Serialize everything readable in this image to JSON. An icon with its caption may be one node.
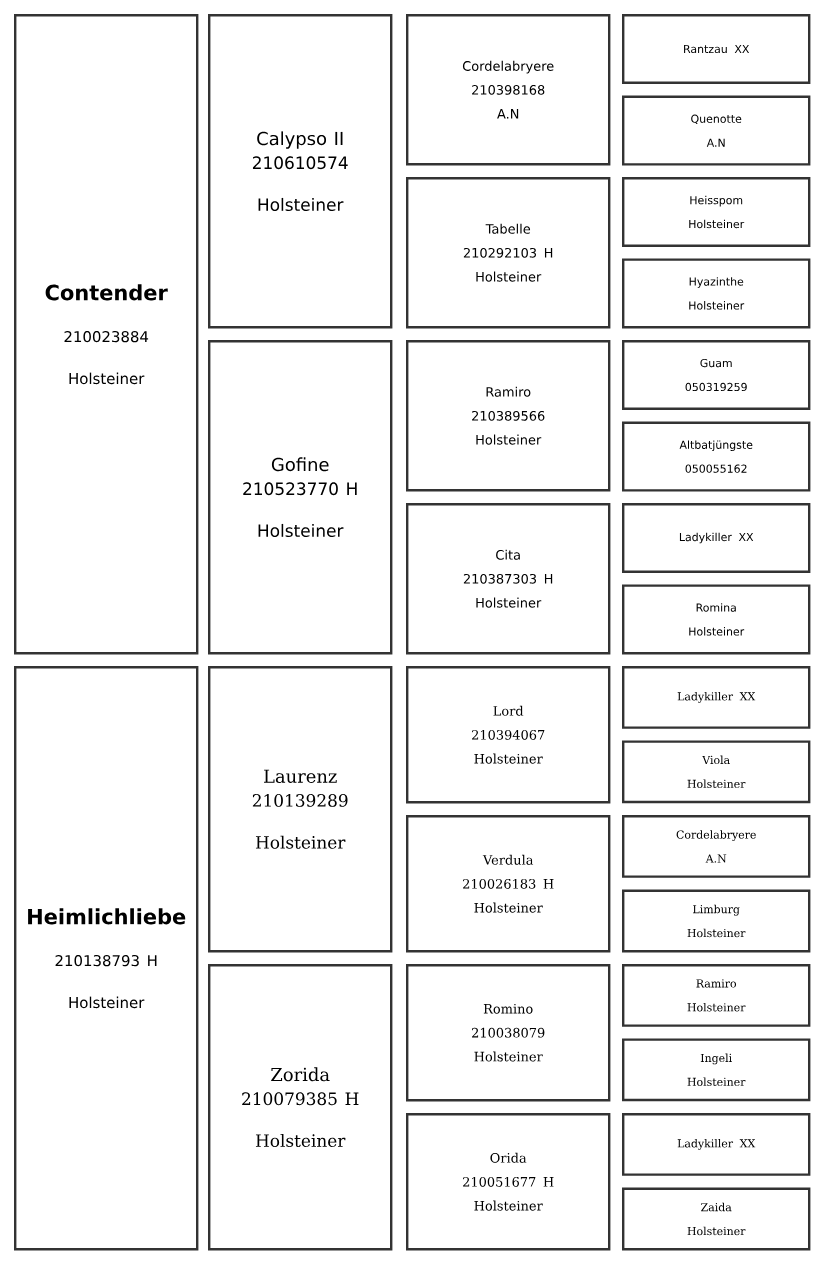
{
  "diagram": {
    "nodes": [
      {
        "text": [
          "Contender",
          "210023884",
          "Holsteiner"
        ]
      },
      {
        "text": [
          "Heimlichliebe",
          "210138793 H",
          "Holsteiner"
        ]
      },
      {
        "text": [
          "Calypso II",
          "210610574",
          "Holsteiner"
        ]
      },
      {
        "text": [
          "Gofine",
          "210523770 H",
          "Holsteiner"
        ]
      },
      {
        "text": [
          "Laurenz",
          "210139289",
          "Holsteiner"
        ]
      },
      {
        "text": [
          "Zorida",
          "210079385 H",
          "Holsteiner"
        ]
      },
      {
        "text": [
          "Cordelabryere",
          "210398168",
          "A.N"
        ]
      },
      {
        "text": [
          "Tabelle",
          "210292103 H",
          "Holsteiner"
        ]
      },
      {
        "text": [
          "Ramiro",
          "210389566",
          "Holsteiner"
        ]
      },
      {
        "text": [
          "Cita",
          "210387303 H",
          "Holsteiner"
        ]
      },
      {
        "text": [
          "Lord",
          "210394067",
          "Holsteiner"
        ]
      },
      {
        "text": [
          "Verdula",
          "210026183 H",
          "Holsteiner"
        ]
      },
      {
        "text": [
          "Romino",
          "210038079",
          "Holsteiner"
        ]
      },
      {
        "text": [
          "Orida",
          "210051677 H",
          "Holsteiner"
        ]
      },
      {
        "text": [
          "Rantzau XX"
        ]
      },
      {
        "text": [
          "Quenotte",
          "A.N"
        ]
      },
      {
        "text": [
          "Heisspom",
          "Holsteiner"
        ]
      },
      {
        "text": [
          "Hyazinthe",
          "Holsteiner"
        ]
      },
      {
        "text": [
          "Guam",
          "050319259"
        ]
      },
      {
        "text": [
          "Altbatjüngste",
          "050055162"
        ]
      },
      {
        "text": [
          "Ladykiller XX"
        ]
      },
      {
        "text": [
          "Romina",
          "Holsteiner"
        ]
      },
      {
        "text": [
          "Ladykiller XX"
        ]
      },
      {
        "text": [
          "Viola",
          "Holsteiner"
        ]
      },
      {
        "text": [
          "Cordelabryere",
          "A.N"
        ]
      },
      {
        "text": [
          "Limburg",
          "Holsteiner"
        ]
      },
      {
        "text": [
          "Ramiro",
          "Holsteiner"
        ]
      },
      {
        "text": [
          "Ingeli",
          "Holsteiner"
        ]
      },
      {
        "text": [
          "Ladykiller XX"
        ]
      },
      {
        "text": [
          "Zaida",
          "Holsteiner"
        ]
      }
    ]
  }
}
